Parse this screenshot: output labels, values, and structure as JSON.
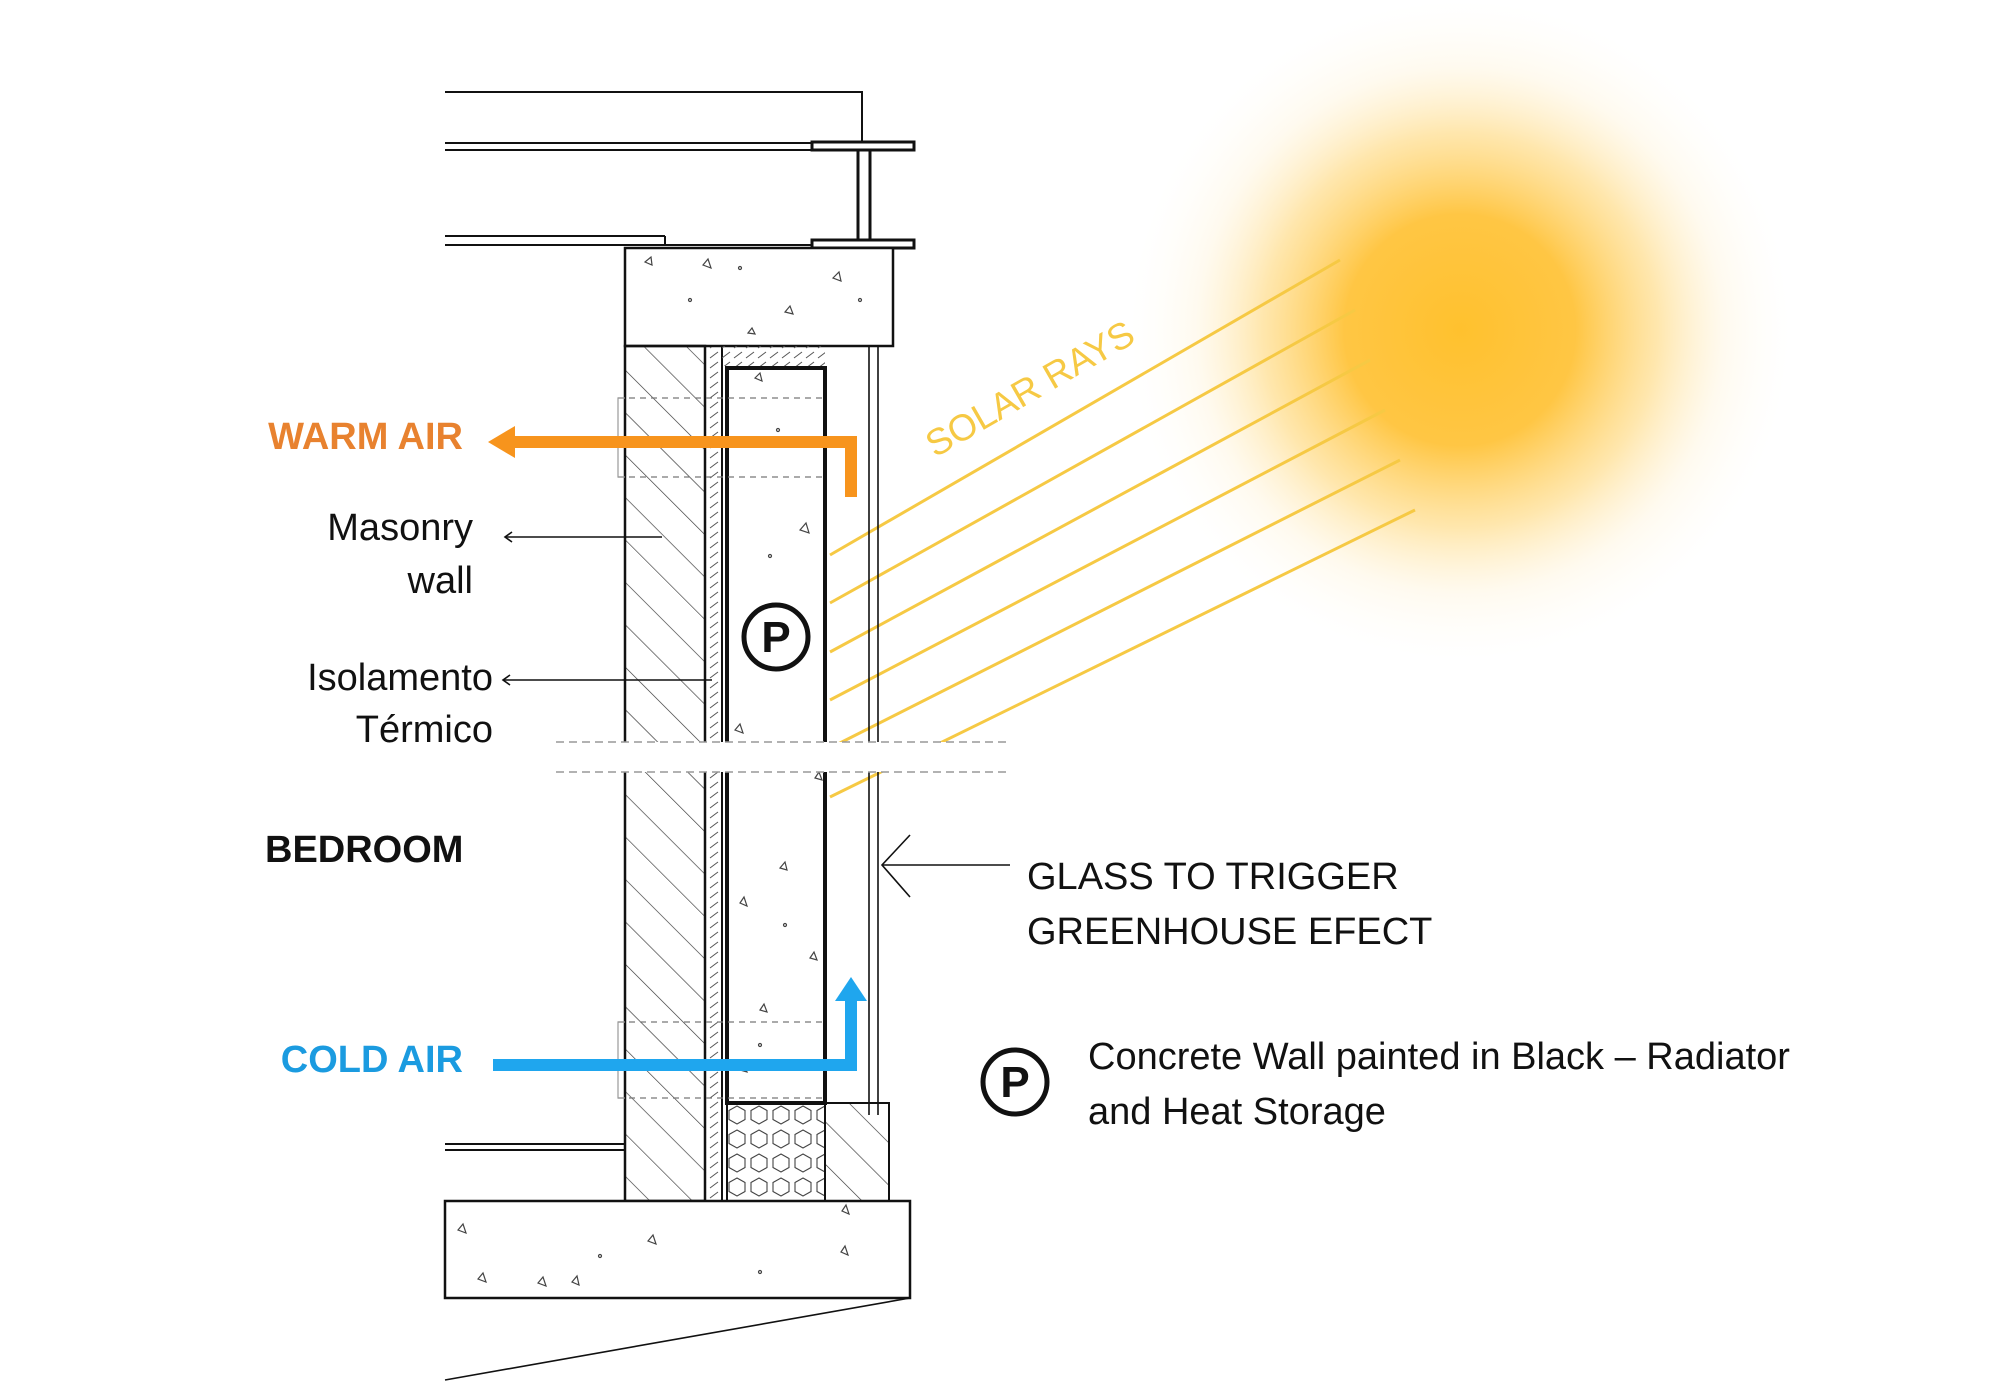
{
  "labels": {
    "warm_air": "WARM AIR",
    "masonry_line1": "Masonry",
    "masonry_line2": "wall",
    "insulation_line1": "Isolamento",
    "insulation_line2": "Térmico",
    "bedroom": "BEDROOM",
    "cold_air": "COLD AIR",
    "solar_rays": "SOLAR RAYS",
    "glass_line1": "GLASS TO TRIGGER",
    "glass_line2": "GREENHOUSE EFECT",
    "p_symbol": "P",
    "legend_symbol": "P",
    "legend_line1": "Concrete Wall painted in Black – Radiator",
    "legend_line2": "and Heat Storage"
  },
  "colors": {
    "warm_air": "#F7941D",
    "warm_air_text": "#E8822F",
    "cold_air": "#1FA6EE",
    "cold_air_text": "#1B9BE0",
    "solar_rays": "#F6C944",
    "sun": "#FFC733",
    "line": "#111111"
  }
}
